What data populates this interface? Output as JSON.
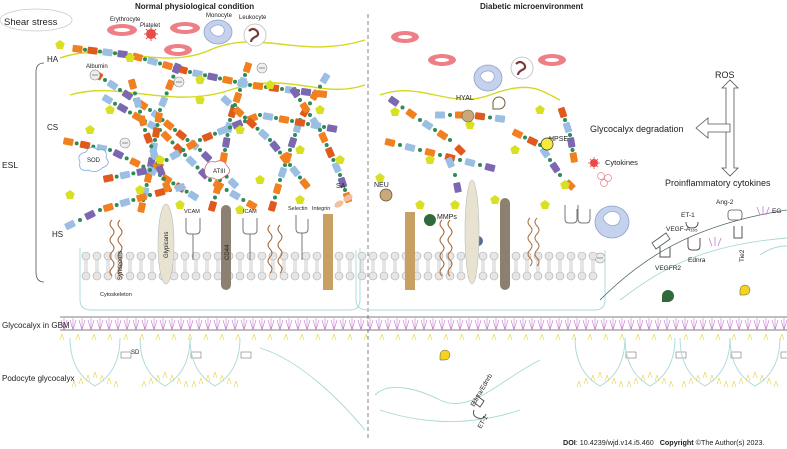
{
  "headers": {
    "normal": "Normal physiological condition",
    "diabetic": "Diabetic microenvironment"
  },
  "labels": {
    "shear_stress": "Shear stress",
    "ha": "HA",
    "cs": "CS",
    "esl": "ESL",
    "hs": "HS",
    "albumin": "Albumin",
    "erythrocyte": "Erythrocyte",
    "platelet": "Platelet",
    "monocyte": "Monocyte",
    "leukocyte": "Leukocyte",
    "sod": "SOD",
    "atiii": "ATIII",
    "sa": "SA",
    "syndecans": "Syndecans",
    "glypicans": "Glypicans",
    "vcam": "VCAM",
    "cd44": "CD44",
    "icam": "ICAM",
    "selectin": "Selectin",
    "integrin": "Integrin",
    "cytoskeleton": "Cytoskeleton",
    "hyal": "HYAL",
    "hpse": "HPSE",
    "neu": "NEU",
    "mmps": "MMPs",
    "cytokines": "Cytokines",
    "ros": "ROS",
    "glycocalyx_degradation": "Glycocalyx degradation",
    "proinflammatory_cytokines": "Proinflammatory cytokines",
    "vegf_a": "VEGF-A₁₆₅",
    "vegfr2": "VEGFR2",
    "et1_top": "ET-1",
    "ednra": "Ednra",
    "ang2": "Ang-2",
    "tie2": "Tie2",
    "eg": "EG",
    "gbm": "Glycocalyx in GBM",
    "sd": "SD",
    "podocyte": "Podocyte glycocalyx",
    "ednra_ednrb": "Ednra/Ednrb",
    "et1_bottom": "ET-1"
  },
  "footer": {
    "doi_label": "DOI",
    "doi_value": ": 10.4239/wjd.v14.i5.460",
    "copyright_label": "Copyright",
    "copyright_value": " ©The Author(s) 2023."
  },
  "colors": {
    "gag_orange": "#F08020",
    "gag_red": "#E05A1E",
    "gag_blue": "#9ABFE3",
    "gag_purple": "#7B68B0",
    "gag_yellow": "#D9E021",
    "gag_green": "#2E8B57",
    "erythrocyte": "#EE7F86",
    "cell_blue": "#C5D2EE",
    "ha_line": "#D4D81E",
    "gbm_purple": "#C77BD0",
    "podocyte_yellow": "#E8D24A",
    "membrane_line": "#A8D8D8",
    "cd44": "#8C8070",
    "integrin": "#C8A064"
  }
}
